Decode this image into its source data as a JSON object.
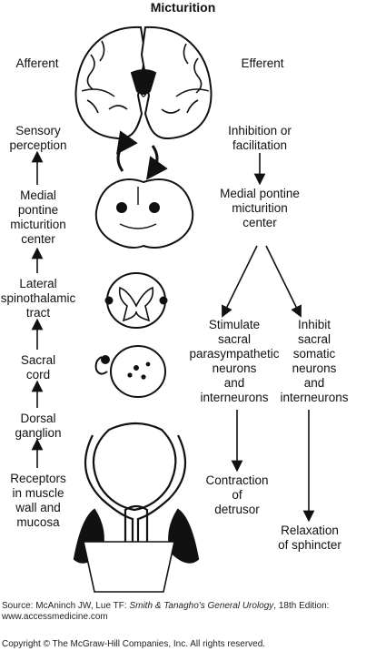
{
  "title": "Micturition",
  "afferent_heading": "Afferent",
  "efferent_heading": "Efferent",
  "afferent_steps": [
    "Sensory\nperception",
    "Medial\npontine\nmicturition\ncenter",
    "Lateral\nspinothalamic\ntract",
    "Sacral\ncord",
    "Dorsal\nganglion",
    "Receptors\nin muscle\nwall and\nmucosa"
  ],
  "efferent": {
    "inhibition": "Inhibition or\nfacilitation",
    "pontine": "Medial pontine\nmicturition\ncenter",
    "stimulate": "Stimulate\nsacral\nparasympathetic\nneurons\nand\ninterneurons",
    "inhibit": "Inhibit\nsacral\nsomatic\nneurons\nand\ninterneurons",
    "contraction": "Contraction\nof\ndetrusor",
    "relaxation": "Relaxation\nof sphincter"
  },
  "source": {
    "prefix": "Source: McAninch JW, Lue TF: ",
    "book": "Smith & Tanagho's General Urology",
    "suffix": ", 18th Edition:",
    "url": "www.accessmedicine.com"
  },
  "copyright": "Copyright © The McGraw-Hill Companies, Inc. All rights reserved."
}
